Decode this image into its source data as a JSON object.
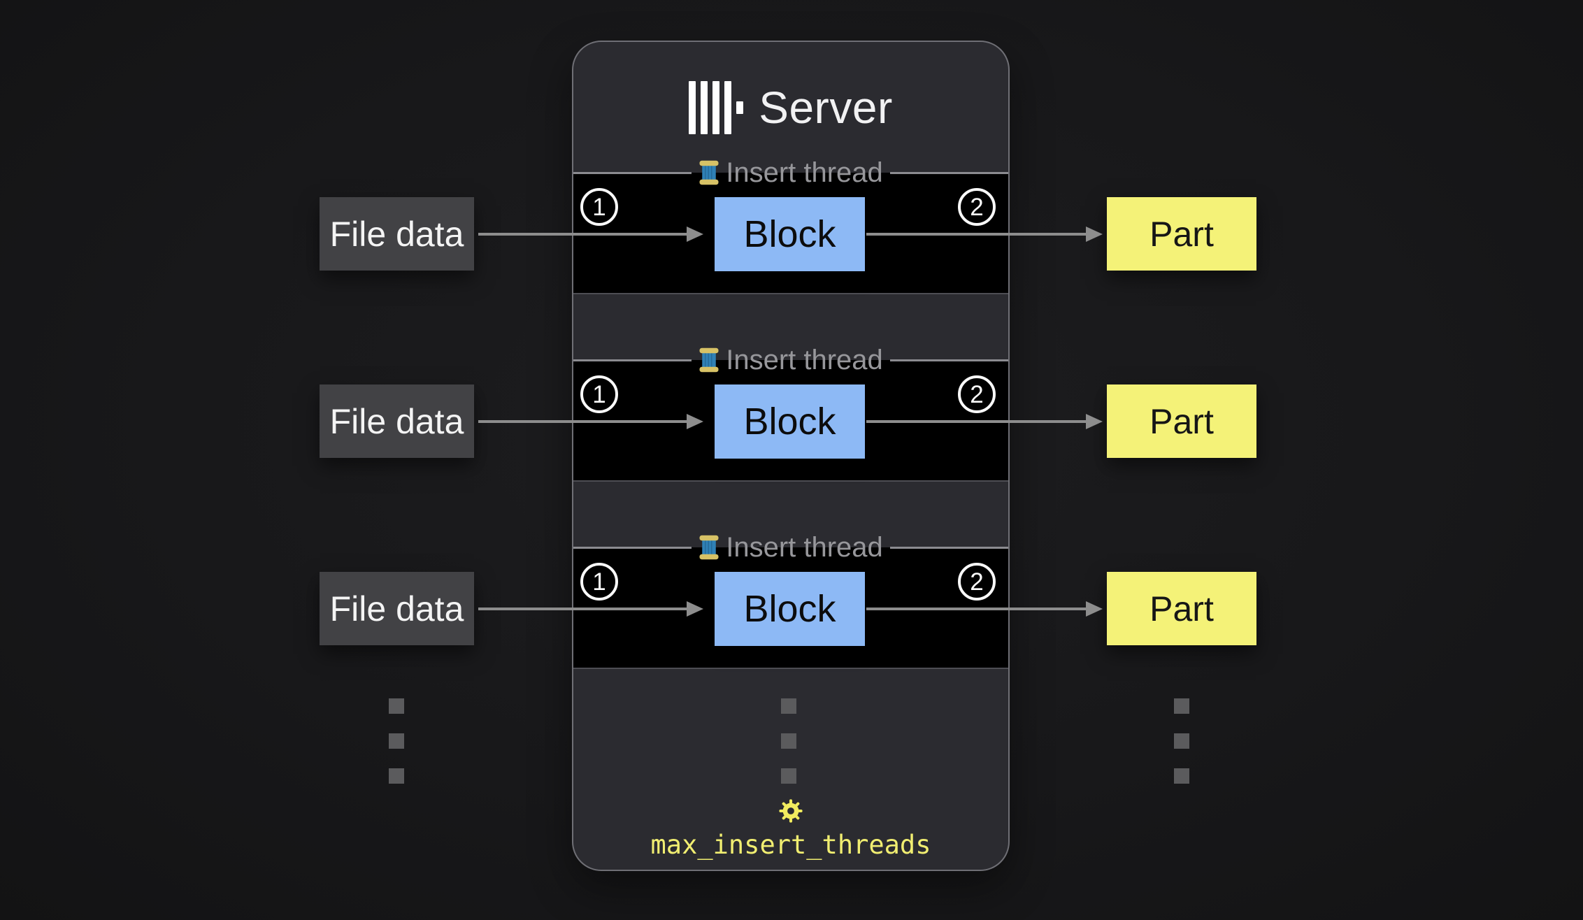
{
  "server": {
    "title": "Server",
    "logo": "clickhouse-logo",
    "setting_label": "max_insert_threads",
    "settings_icon": "gear-icon"
  },
  "threads": [
    {
      "legend": "Insert thread",
      "icon": "thread-spool-icon",
      "step_in": "1",
      "block": "Block",
      "step_out": "2",
      "input": "File data",
      "output": "Part"
    },
    {
      "legend": "Insert thread",
      "icon": "thread-spool-icon",
      "step_in": "1",
      "block": "Block",
      "step_out": "2",
      "input": "File data",
      "output": "Part"
    },
    {
      "legend": "Insert thread",
      "icon": "thread-spool-icon",
      "step_in": "1",
      "block": "Block",
      "step_out": "2",
      "input": "File data",
      "output": "Part"
    }
  ],
  "ellipsis": {
    "columns": 3,
    "dots_per_column": 3
  },
  "colors": {
    "page_bg": "#18181a",
    "server_bg": "#2b2b30",
    "server_border": "#6f6f75",
    "row_bg": "#000000",
    "row_line": "#8b8b90",
    "block_fill": "#8db9f5",
    "part_fill": "#f4f278",
    "file_fill": "#424245",
    "arrow": "#8d8d8d",
    "accent_yellow": "#f1ee71",
    "legend_text": "#97979b",
    "dot": "#5b5b5d"
  }
}
